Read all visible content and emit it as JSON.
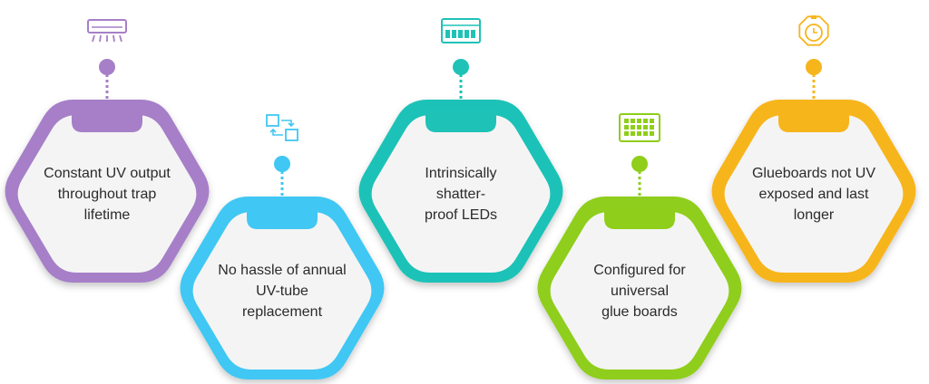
{
  "colors": {
    "purple": "#a67fc8",
    "blue": "#41c7f3",
    "teal": "#1fc2b7",
    "green": "#8fce1a",
    "orange": "#f7b51c",
    "card": "#f4f4f4"
  },
  "steps": [
    {
      "text": "Constant UV output\nthroughout trap\nlifetime",
      "color": "#a67fc8",
      "icon": "uv-lamp-icon"
    },
    {
      "text": "No hassle of annual\nUV-tube\nreplacement",
      "color": "#41c7f3",
      "icon": "tube-swap-icon"
    },
    {
      "text": "Intrinsically\nshatter-\nproof LEDs",
      "color": "#1fc2b7",
      "icon": "led-panel-icon"
    },
    {
      "text": "Configured for\nuniversal\nglue boards",
      "color": "#8fce1a",
      "icon": "glue-board-icon"
    },
    {
      "text": "Glueboards not UV\nexposed and last\nlonger",
      "color": "#f7b51c",
      "icon": "timer-badge-icon"
    }
  ]
}
